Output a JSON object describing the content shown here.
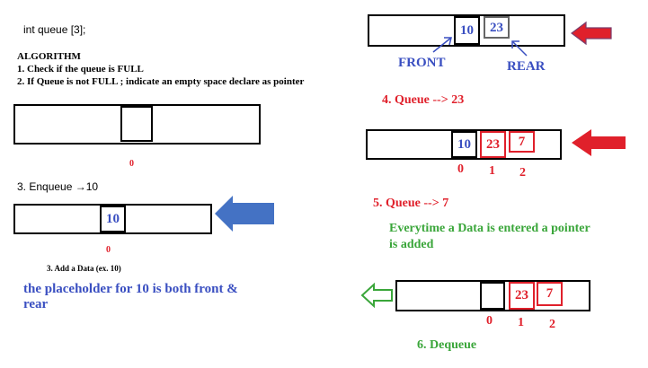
{
  "left": {
    "declaration": "int queue [3];",
    "algorithm_title": "ALGORITHM",
    "step1": "1. Check if the queue is FULL",
    "step2": "2. If Queue is not FULL ; indicate an empty space declare as pointer",
    "empty_index": "0",
    "enqueue_label": "3. Enqueue →10",
    "enqueue_value": "10",
    "enqueue_index": "0",
    "add_data_label": "3. Add a Data (ex. 10)",
    "note": "the placeholder for 10 is both front & rear"
  },
  "right": {
    "top": {
      "values": [
        "10",
        "23"
      ],
      "front_label": "FRONT",
      "rear_label": "REAR"
    },
    "step4": "4. Queue --> 23",
    "mid": {
      "values": [
        "10",
        "23",
        "7"
      ],
      "indices": [
        "0",
        "1",
        "2"
      ]
    },
    "step5": "5. Queue --> 7",
    "note": "Everytime a Data is entered a pointer is added",
    "bottom": {
      "values": [
        "23",
        "7"
      ],
      "indices": [
        "0",
        "1",
        "2"
      ]
    },
    "step6": "6. Dequeue"
  },
  "colors": {
    "blue": "#3a4fc1",
    "red": "#e0202b",
    "green": "#3aa63a",
    "arrow_blue": "#4472c4",
    "arrow_red": "#e0202b"
  },
  "icons": [
    "arrow-right-icon",
    "arrow-left-red-icon",
    "arrow-left-outline-green-icon"
  ]
}
